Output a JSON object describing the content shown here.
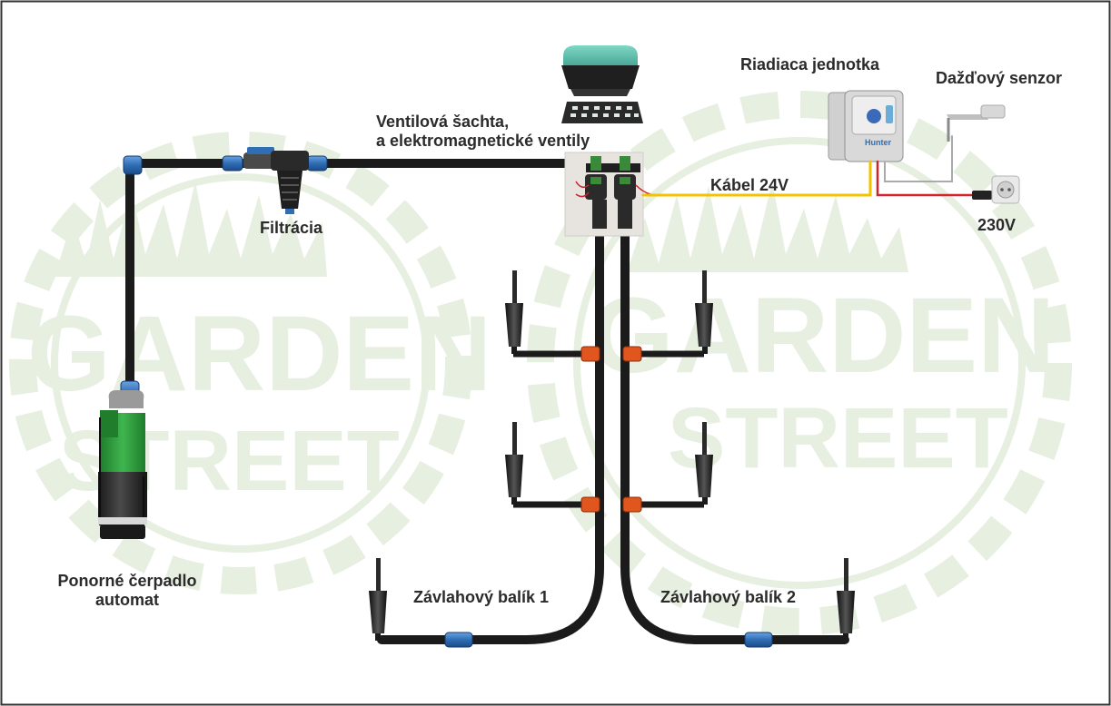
{
  "labels": {
    "pump": [
      "Ponorné čerpadlo",
      "automat"
    ],
    "filtration": "Filtrácia",
    "valve_box": [
      "Ventilová šachta,",
      "a elektromagnetické ventily"
    ],
    "controller": "Riadiaca jednotka",
    "rain_sensor": "Dažďový senzor",
    "cable": "Kábel 24V",
    "mains": "230V",
    "zone1": "Závlahový balík 1",
    "zone2": "Závlahový balík 2"
  },
  "watermark": {
    "line1": "GARDEN",
    "line2": "STREET"
  },
  "controller_brand": "Hunter",
  "colors": {
    "pipe": "#1b1b1b",
    "connector_blue": "#2f6db5",
    "tee_orange": "#e0561e",
    "pump_green": "#2e9a3e",
    "cable_yellow": "#f2c400",
    "cable_red": "#d2232a",
    "watermark": "#e6efe0",
    "frame": "#333333"
  }
}
